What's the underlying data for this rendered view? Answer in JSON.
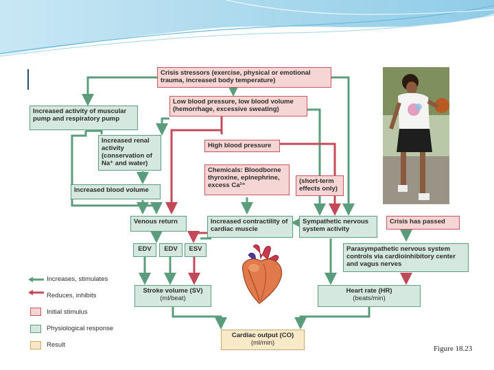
{
  "boxes": {
    "crisis_stressors": "Crisis stressors (exercise, physical or emotional trauma, increased body temperature)",
    "low_bp": "Low blood pressure, low blood volume (hemorrhage, excessive sweating)",
    "muscular_pump": "Increased activity of muscular pump and respiratory pump",
    "renal": "Increased renal activity (conservation of Na⁺ and water)",
    "high_bp": "High blood pressure",
    "chemicals": "Chemicals: Bloodborne thyroxine, epinephrine, excess Ca²⁺",
    "short_term": "(short-term effects only)",
    "blood_volume": "Increased blood volume",
    "venous_return": "Venous return",
    "contractility": "Increased contractility of cardiac muscle",
    "sympathetic": "Sympathetic nervous system activity",
    "crisis_passed": "Crisis has passed",
    "edv1": "EDV",
    "edv2": "EDV",
    "esv": "ESV",
    "parasympathetic": "Parasympathetic nervous system controls via cardioinhibitory center and vagus nerves",
    "stroke_volume_title": "Stroke volume (SV)",
    "stroke_volume_unit": "(ml/beat)",
    "heart_rate_title": "Heart rate (HR)",
    "heart_rate_unit": "(beats/min)",
    "cardiac_output_title": "Cardiac output (CO)",
    "cardiac_output_unit": "(ml/min)"
  },
  "legend": {
    "increases": "Increases, stimulates",
    "reduces": "Reduces, inhibits",
    "initial": "Initial stimulus",
    "physiological": "Physiological response",
    "result": "Result"
  },
  "colors": {
    "increase_arrow": "#5a9c7c",
    "reduce_arrow": "#c24a58",
    "initial_fill": "#f6d6d4",
    "response_fill": "#d4e8df",
    "result_fill": "#f8e9c8"
  },
  "caption": "Figure 18.23"
}
